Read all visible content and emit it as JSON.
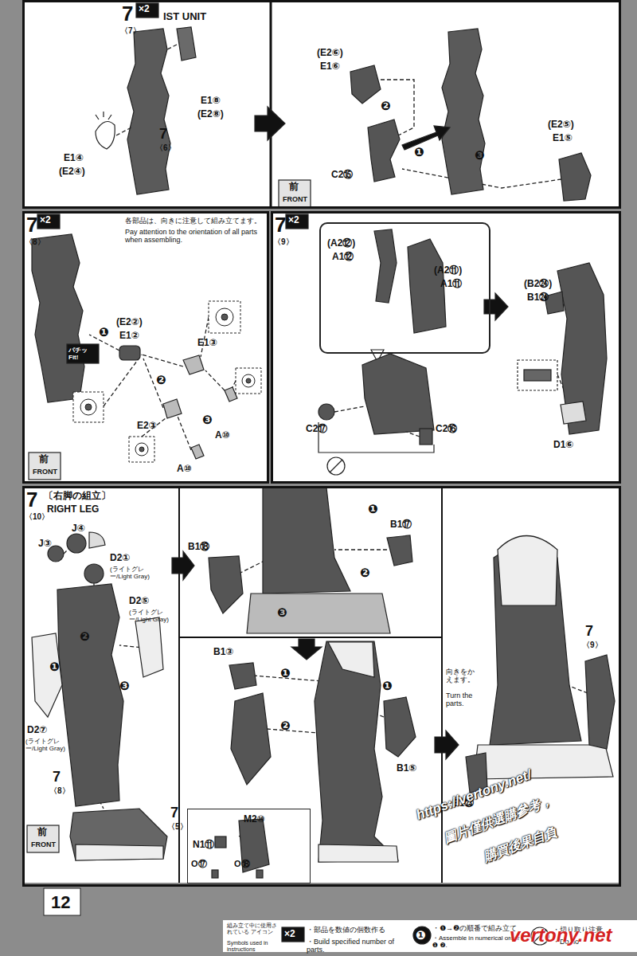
{
  "diagram": {
    "nodes": [
      {
        "text": [
          "7",
          "〈7〉"
        ]
      },
      {
        "text": [
          "7",
          "〈8〉"
        ]
      },
      {
        "text": [
          "7",
          "〈9〉"
        ]
      },
      {
        "text": [
          "(A2⑫)",
          "A1⑫",
          "(A2⑪)",
          "A1⑪"
        ],
        "in": 2
      },
      {
        "text": [
          "7",
          "〈10〉",
          "〔右脚の組立〕",
          "RIGHT LEG"
        ]
      },
      {
        "text": [
          "M2⑩",
          "N1⑪",
          "O⑰",
          "O⑱"
        ],
        "in": 4
      }
    ],
    "labels": [
      "IST UNIT",
      "×2",
      "E1⑧",
      "(E2⑧)",
      "E1④",
      "(E2④)",
      "7",
      "〈6〉",
      "(E2⑥)",
      "E1⑥",
      "❷",
      "❶",
      "C2⑮",
      "❸",
      "(E2⑤)",
      "E1⑤",
      "前",
      "FRONT",
      "×2",
      "各部品は、向きに注意して組み立てます。",
      "Pay attention to the orientation of all parts when assembling.",
      "❶",
      "(E2②)",
      "E1②",
      "パチッ Fit!",
      "❷",
      "E1③",
      "E2③",
      "❸",
      "A⑩",
      "A⑩",
      "前",
      "FRONT",
      "×2",
      "C2⑰",
      "C2⑯",
      "(B2㉔)",
      "B1㉔",
      "D1⑥",
      "J④",
      "J③",
      "D2①",
      "(ライトグレー/Light Gray)",
      "D2⑤",
      "(ライトグレー/Light Gray)",
      "❷",
      "❶",
      "❸",
      "D2⑦",
      "(ライトグレー/Light Gray)",
      "7",
      "〈8〉",
      "7",
      "〈5〉",
      "前",
      "FRONT",
      "B1⑱",
      "❸",
      "❶",
      "B1⑰",
      "❷",
      "B1③",
      "❶",
      "❷",
      "❶",
      "B1⑤",
      "7",
      "〈9〉",
      "B1㉓",
      "向きをかえます。",
      "Turn the parts.",
      "https://vertony.net/",
      "圖片僅供選購參考，",
      "購買後果自負",
      "12",
      "組み立て中に使用されている アイコン",
      "Symbols used in instructions",
      "×2",
      "・部品を数値の個数作る",
      "・Build specified number of parts.",
      "❶",
      "・❶→❷の順番で組み立て",
      "・Assemble in numerical order ❶ ❷.",
      "・切り取り注意",
      "・Do no",
      "vertony.net"
    ]
  }
}
